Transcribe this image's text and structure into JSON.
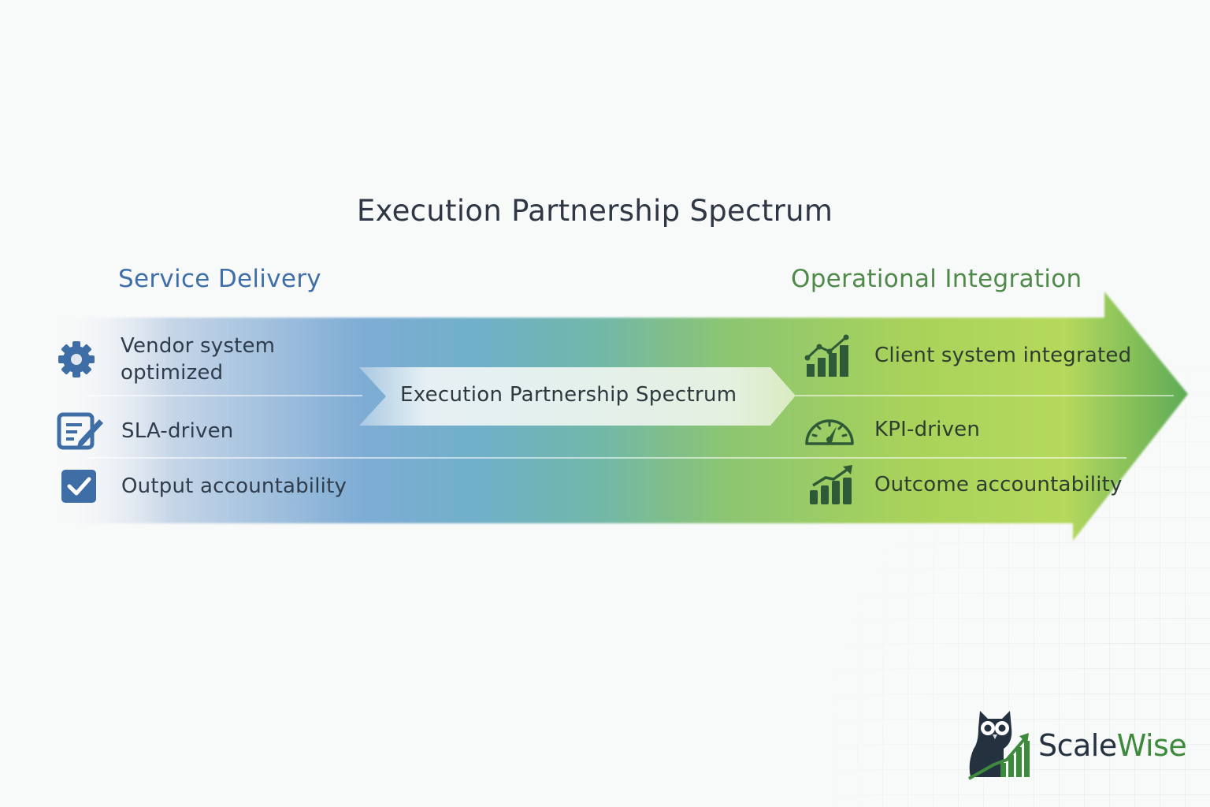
{
  "title": "Execution Partnership Spectrum",
  "left_heading": "Service Delivery",
  "right_heading": "Operational Integration",
  "center_label": "Execution Partnership Spectrum",
  "left_items": [
    {
      "icon": "gear-icon",
      "label_line1": "Vendor system",
      "label_line2": "optimized"
    },
    {
      "icon": "edit-checklist-icon",
      "label": "SLA-driven"
    },
    {
      "icon": "checkbox-icon",
      "label": "Output accountability"
    }
  ],
  "right_items": [
    {
      "icon": "growth-chart-icon",
      "label": "Client system integrated"
    },
    {
      "icon": "speedometer-icon",
      "label": "KPI-driven"
    },
    {
      "icon": "bar-chart-arrow-icon",
      "label": "Outcome accountability"
    }
  ],
  "logo": {
    "part1": "Scale",
    "part2": "Wise",
    "icon": "owl-logo-icon"
  },
  "colors": {
    "blue": "#3f6fa8",
    "green": "#4f8a4a",
    "icon_blue": "#3f6ea6",
    "icon_dark_green": "#2f5a38"
  }
}
